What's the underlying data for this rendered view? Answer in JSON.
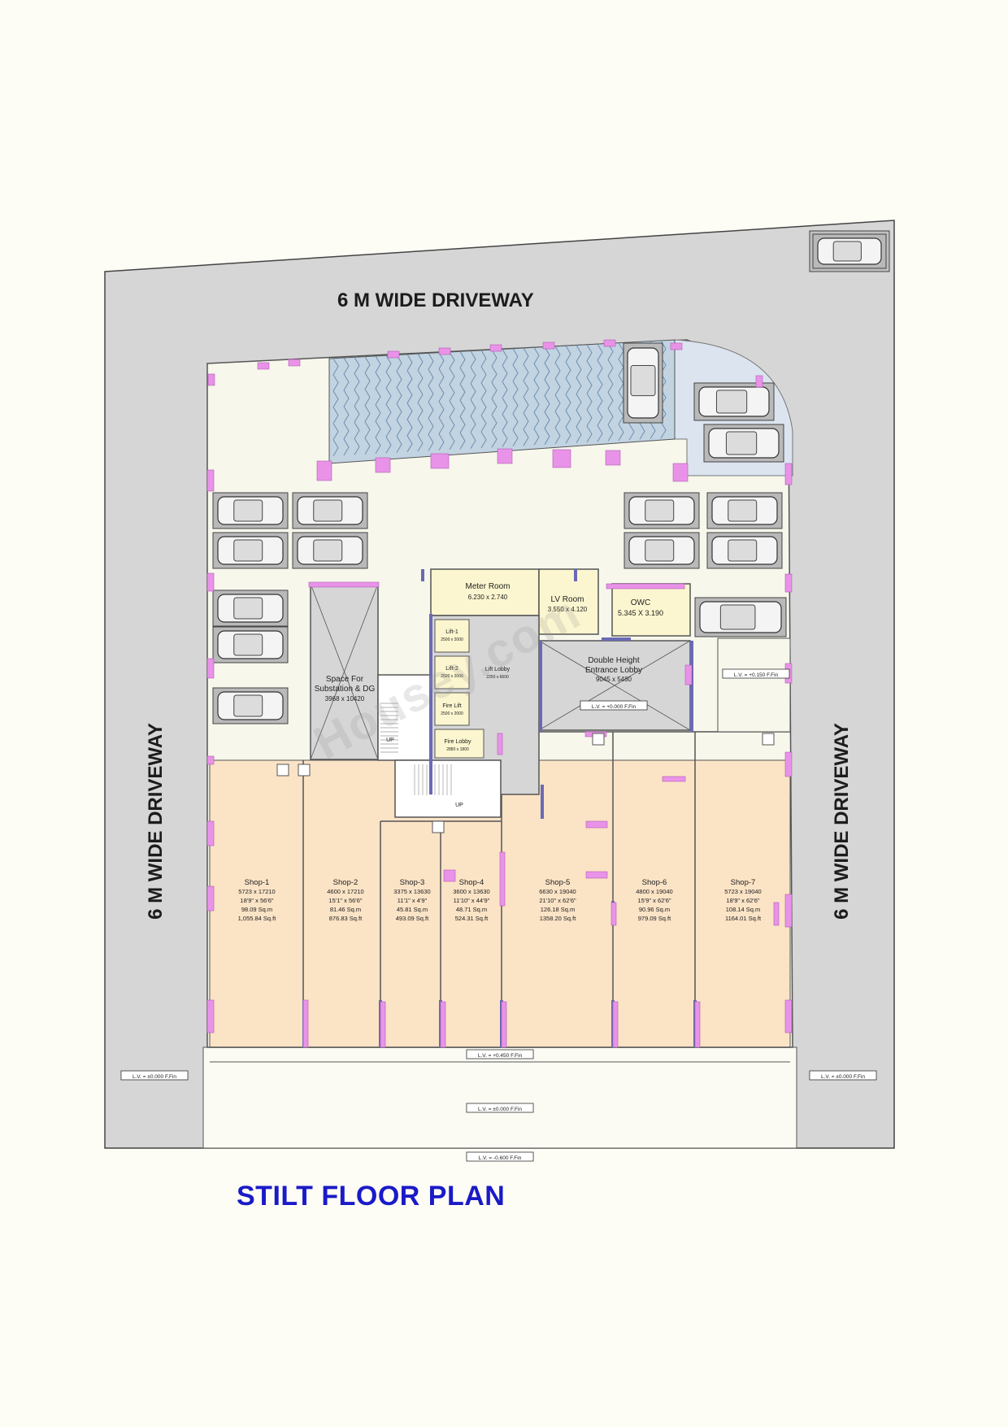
{
  "plan_title": "STILT FLOOR PLAN",
  "driveways": {
    "top": "6 M WIDE DRIVEWAY",
    "left": "6 M WIDE DRIVEWAY",
    "right": "6 M WIDE DRIVEWAY"
  },
  "watermark": "Housey.com",
  "rooms": {
    "meter_room": {
      "name": "Meter Room",
      "size": "6.230 x 2.740"
    },
    "lv_room": {
      "name": "LV Room",
      "size": "3.550 x 4.120"
    },
    "owc": {
      "name": "OWC",
      "size": "5.345 X 3.190"
    },
    "entrance_lobby": {
      "name1": "Double Height",
      "name2": "Entrance Lobby",
      "size": "9045 x 5480"
    },
    "substation": {
      "name1": "Space For",
      "name2": "Substation & DG",
      "size": "3968 x 10420"
    },
    "lift1": {
      "name": "Lift-1",
      "size": "2500 x 2000"
    },
    "lift2": {
      "name": "Lift-2",
      "size": "2500 x 2000"
    },
    "lift_lobby": {
      "name": "Lift Lobby",
      "size": "2250 x 6600"
    },
    "fire_lift": {
      "name": "Fire Lift",
      "size": "2500 x 2000"
    },
    "fire_lobby": {
      "name": "Fire Lobby",
      "size": "2880 x 1800"
    }
  },
  "stair_up_labels": [
    "UP",
    "UP"
  ],
  "levels": {
    "entrance": "L.V. = +0.000 F.Fin",
    "right_mid": "L.V. = +0.150 F.Fin",
    "shops_front": "L.V. = +0.450 F.Fin",
    "left_outer": "L.V. = ±0.000 F.Fin",
    "right_outer": "L.V. = ±0.000 F.Fin",
    "front_paving": "L.V. = ±0.000 F.Fin",
    "bottom_road": "L.V. = -0.600 F.Fin"
  },
  "shops": [
    {
      "name": "Shop-1",
      "mm": "5723 x 17210",
      "ft": "18'9\" x 56'6\"",
      "sqm": "98.09 Sq.m",
      "sqft": "1,055.84 Sq.ft"
    },
    {
      "name": "Shop-2",
      "mm": "4600 x 17210",
      "ft": "15'1\" x 56'6\"",
      "sqm": "81.46 Sq.m",
      "sqft": "876.83 Sq.ft"
    },
    {
      "name": "Shop-3",
      "mm": "3375 x 13630",
      "ft": "11'1\" x 4'9\"",
      "sqm": "45.81 Sq.m",
      "sqft": "493.09 Sq.ft"
    },
    {
      "name": "Shop-4",
      "mm": "3600 x 13630",
      "ft": "11'10\" x 44'9\"",
      "sqm": "48.71 Sq.m",
      "sqft": "524.31 Sq.ft"
    },
    {
      "name": "Shop-5",
      "mm": "6630 x 19040",
      "ft": "21'10\" x 62'6\"",
      "sqm": "126.18 Sq.m",
      "sqft": "1358.20 Sq.ft"
    },
    {
      "name": "Shop-6",
      "mm": "4800 x 19040",
      "ft": "15'9\" x 62'6\"",
      "sqm": "90.96 Sq.m",
      "sqft": "979.09 Sq.ft"
    },
    {
      "name": "Shop-7",
      "mm": "5723 x 19040",
      "ft": "18'9\" x 62'6\"",
      "sqm": "108.14 Sq.m",
      "sqft": "1164.01 Sq.ft"
    }
  ],
  "colors": {
    "driveway": "#d6d6d6",
    "interior": "#f7f7ec",
    "shop": "#fbe3c6",
    "service": "#fbf6cf",
    "ramp": "#c2d3e2",
    "pillar": "#e893e8",
    "wall": "#6a6ab4",
    "title": "#1a1ac8"
  }
}
